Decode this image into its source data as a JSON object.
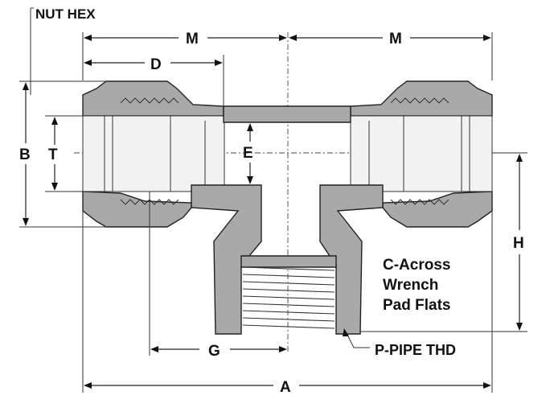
{
  "labels": {
    "nut_hex": "NUT HEX",
    "m_left": "M",
    "m_right": "M",
    "d": "D",
    "b": "B",
    "t": "T",
    "e": "E",
    "h": "H",
    "g": "G",
    "a": "A",
    "c_line1": "C-Across",
    "c_line2": "Wrench",
    "c_line3": "Pad Flats",
    "p_pipe": "P-PIPE THD"
  },
  "colors": {
    "body_fill": "#a9a9a9",
    "line": "#222222"
  }
}
